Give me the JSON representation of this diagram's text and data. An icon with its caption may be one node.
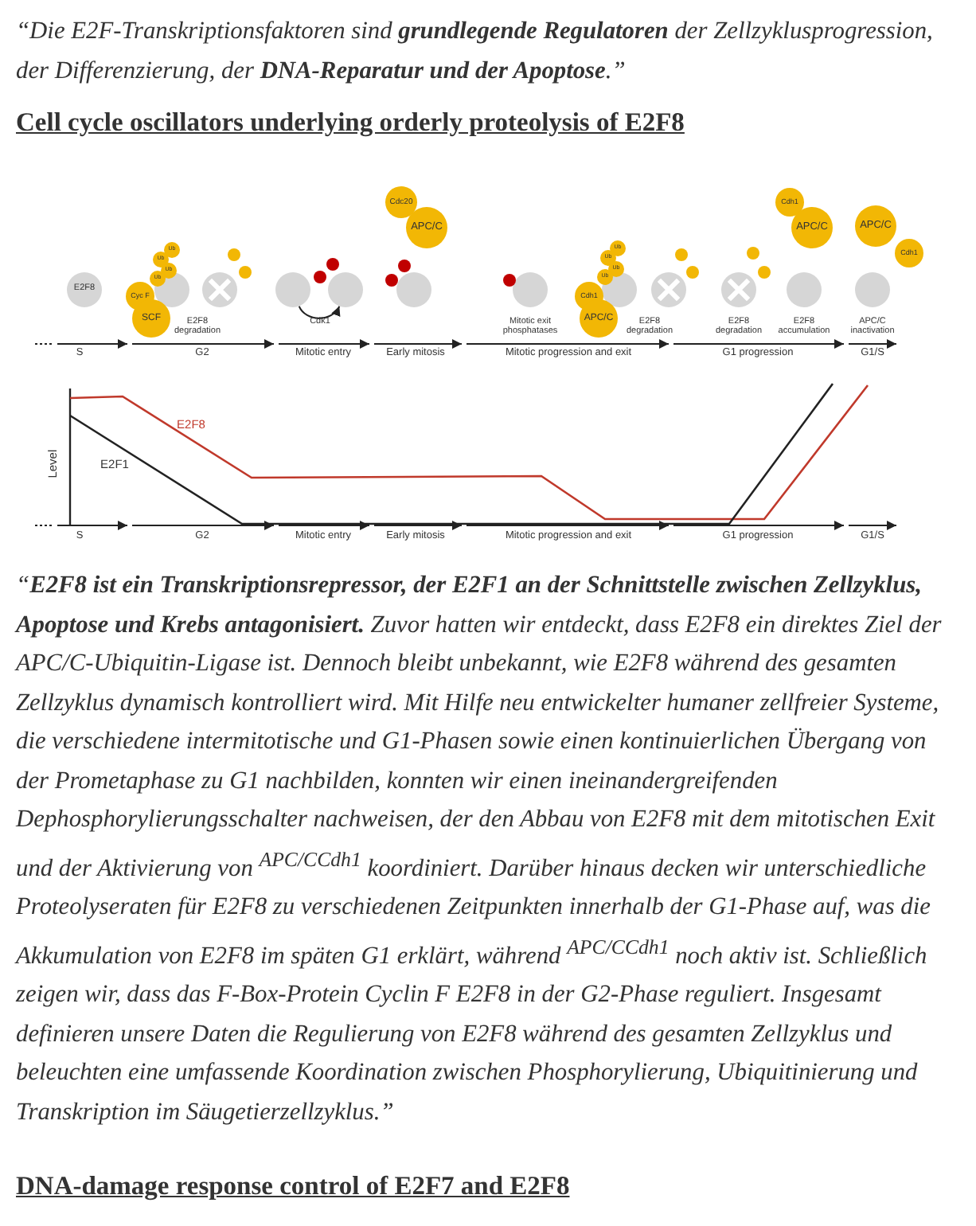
{
  "diagram": {
    "nodes": [
      {
        "text": [
          "E2F8"
        ]
      },
      {
        "text": [
          "Ub"
        ]
      },
      {
        "text": [
          "Ub"
        ]
      },
      {
        "text": [
          "Ub"
        ]
      },
      {
        "text": [
          "Ub"
        ]
      },
      {
        "text": [
          "Cyc F"
        ]
      },
      {
        "text": [
          "SCF"
        ]
      },
      {
        "text": [],
        "shape": "circle"
      },
      {
        "text": [],
        "shape": "circle"
      },
      {
        "text": [],
        "shape": "circle"
      },
      {
        "text": [],
        "shape": "circle"
      },
      {
        "text": [],
        "shape": "circle"
      },
      {
        "text": [],
        "shape": "circle"
      },
      {
        "text": [],
        "shape": "circle"
      },
      {
        "text": [],
        "shape": "circle"
      },
      {
        "text": [
          "Cdc20"
        ]
      },
      {
        "text": [
          "APC/C"
        ]
      },
      {
        "text": [],
        "shape": "circle"
      },
      {
        "text": [],
        "shape": "circle"
      },
      {
        "text": [],
        "shape": "circle"
      },
      {
        "text": [],
        "shape": "circle"
      },
      {
        "text": [],
        "shape": "circle"
      },
      {
        "text": [
          "Ub"
        ]
      },
      {
        "text": [
          "Ub"
        ]
      },
      {
        "text": [
          "Ub"
        ]
      },
      {
        "text": [
          "Ub"
        ]
      },
      {
        "text": [
          "Cdh1"
        ]
      },
      {
        "text": [
          "APC/C"
        ]
      },
      {
        "text": [],
        "shape": "circle"
      },
      {
        "text": [],
        "shape": "circle"
      },
      {
        "text": [],
        "shape": "circle"
      },
      {
        "text": [],
        "shape": "circle"
      },
      {
        "text": [],
        "shape": "circle"
      },
      {
        "text": [],
        "shape": "circle"
      },
      {
        "text": [],
        "shape": "circle"
      },
      {
        "text": [
          "Cdh1"
        ]
      },
      {
        "text": [
          "APC/C"
        ]
      },
      {
        "text": [],
        "shape": "circle"
      },
      {
        "text": [
          "APC/C"
        ]
      },
      {
        "text": [
          "Cdh1"
        ]
      },
      {
        "text": [],
        "shape": "circle"
      }
    ],
    "edges": [
      {
        "from": 11,
        "to": 12,
        "arrow": "to",
        "label": "Cdk1"
      }
    ],
    "labels": [
      "“Die E2F-Transkriptionsfaktoren sind **grundlegende Regulatoren** der Zellzyklusprogression, der Differenzierung, der **DNA-Reparatur und der Apoptose**.”",
      "Cell cycle oscillators underlying orderly proteolysis of E2F8",
      "E2F8 degradation",
      "Mitotic exit phosphatases",
      "E2F8 degradation",
      "E2F8 degradation",
      "E2F8 accumulation",
      "APC/C inactivation",
      "S",
      "G2",
      "Mitotic entry",
      "Early mitosis",
      "Mitotic progression and exit",
      "G1 progression",
      "G1/S",
      "Level",
      "E2F8",
      "E2F1",
      "S",
      "G2",
      "Mitotic entry",
      "Early mitosis",
      "Mitotic progression and exit",
      "G1 progression",
      "G1/S",
      "“**E2F8 ist ein Transkriptionsrepressor, der E2F1 an der Schnittstelle zwischen Zellzyklus, Apoptose und Krebs antagonisiert.** Zuvor hatten wir entdeckt, dass E2F8 ein direktes Ziel der APC/C-Ubiquitin-Ligase ist. Dennoch bleibt unbekannt, wie E2F8 während des gesamten Zellzyklus dynamisch kontrolliert wird. Mit Hilfe neu entwickelter humaner zellfreier Systeme, die verschiedene intermitotische und G1-Phasen sowie einen kontinuierlichen Übergang von der Prometaphase zu G1 nachbilden, konnten wir einen ineinandergreifenden Dephosphorylierungsschalter nachweisen, der den Abbau von E2F8 mit dem mitotischen Exit und der Aktivierung von $^{APC/CCdh1}$ koordiniert. Darüber hinaus decken wir unterschiedliche Proteolyseraten für E2F8 zu verschiedenen Zeitpunkten innerhalb der G1-Phase auf, was die Akkumulation von E2F8 im späten G1 erklärt, während $^{APC/CCdh1}$ noch aktiv ist. Schließlich zeigen wir, dass das F-Box-Protein Cyclin F E2F8 in der G2-Phase reguliert. Insgesamt definieren unsere Daten die Regulierung von E2F8 während des gesamten Zellzyklus und beleuchten eine umfassende Koordination zwischen Phosphorylierung, Ubiquitinierung und Transkription im Säugetierzellzyklus.”",
      "DNA-damage response control of E2F7 and E2F8"
    ]
  }
}
